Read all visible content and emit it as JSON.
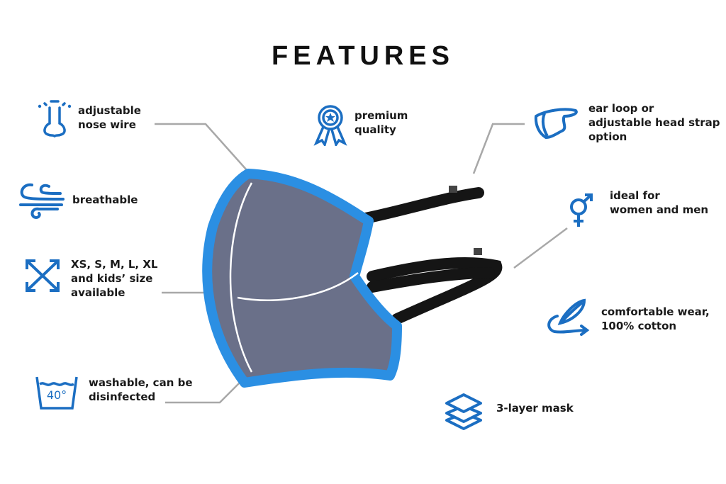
{
  "title": "FEATURES",
  "colors": {
    "icon": "#1b6ec2",
    "mask_trim": "#2b8fe3",
    "mask_fabric": "#6a7089",
    "strap": "#151515",
    "leader": "#a8a8a8"
  },
  "features": [
    {
      "icon": "nose-icon",
      "label": "adjustable\nnose wire"
    },
    {
      "icon": "award-ribbon-icon",
      "label": "premium\nquality"
    },
    {
      "icon": "ear-loop-mask-icon",
      "label": "ear loop or\nadjustable head strap\noption"
    },
    {
      "icon": "breathable-wind-icon",
      "label": "breathable"
    },
    {
      "icon": "gender-icon",
      "label": "ideal for\nwomen and men"
    },
    {
      "icon": "resize-arrows-icon",
      "label": "XS, S, M, L, XL\nand kids’ size\navailable"
    },
    {
      "icon": "cotton-leaf-icon",
      "label": "comfortable wear,\n100% cotton"
    },
    {
      "icon": "wash-40-icon",
      "label": "washable, can be\ndisinfected",
      "icon_text": "40°"
    },
    {
      "icon": "layers-icon",
      "label": "3-layer mask"
    }
  ]
}
